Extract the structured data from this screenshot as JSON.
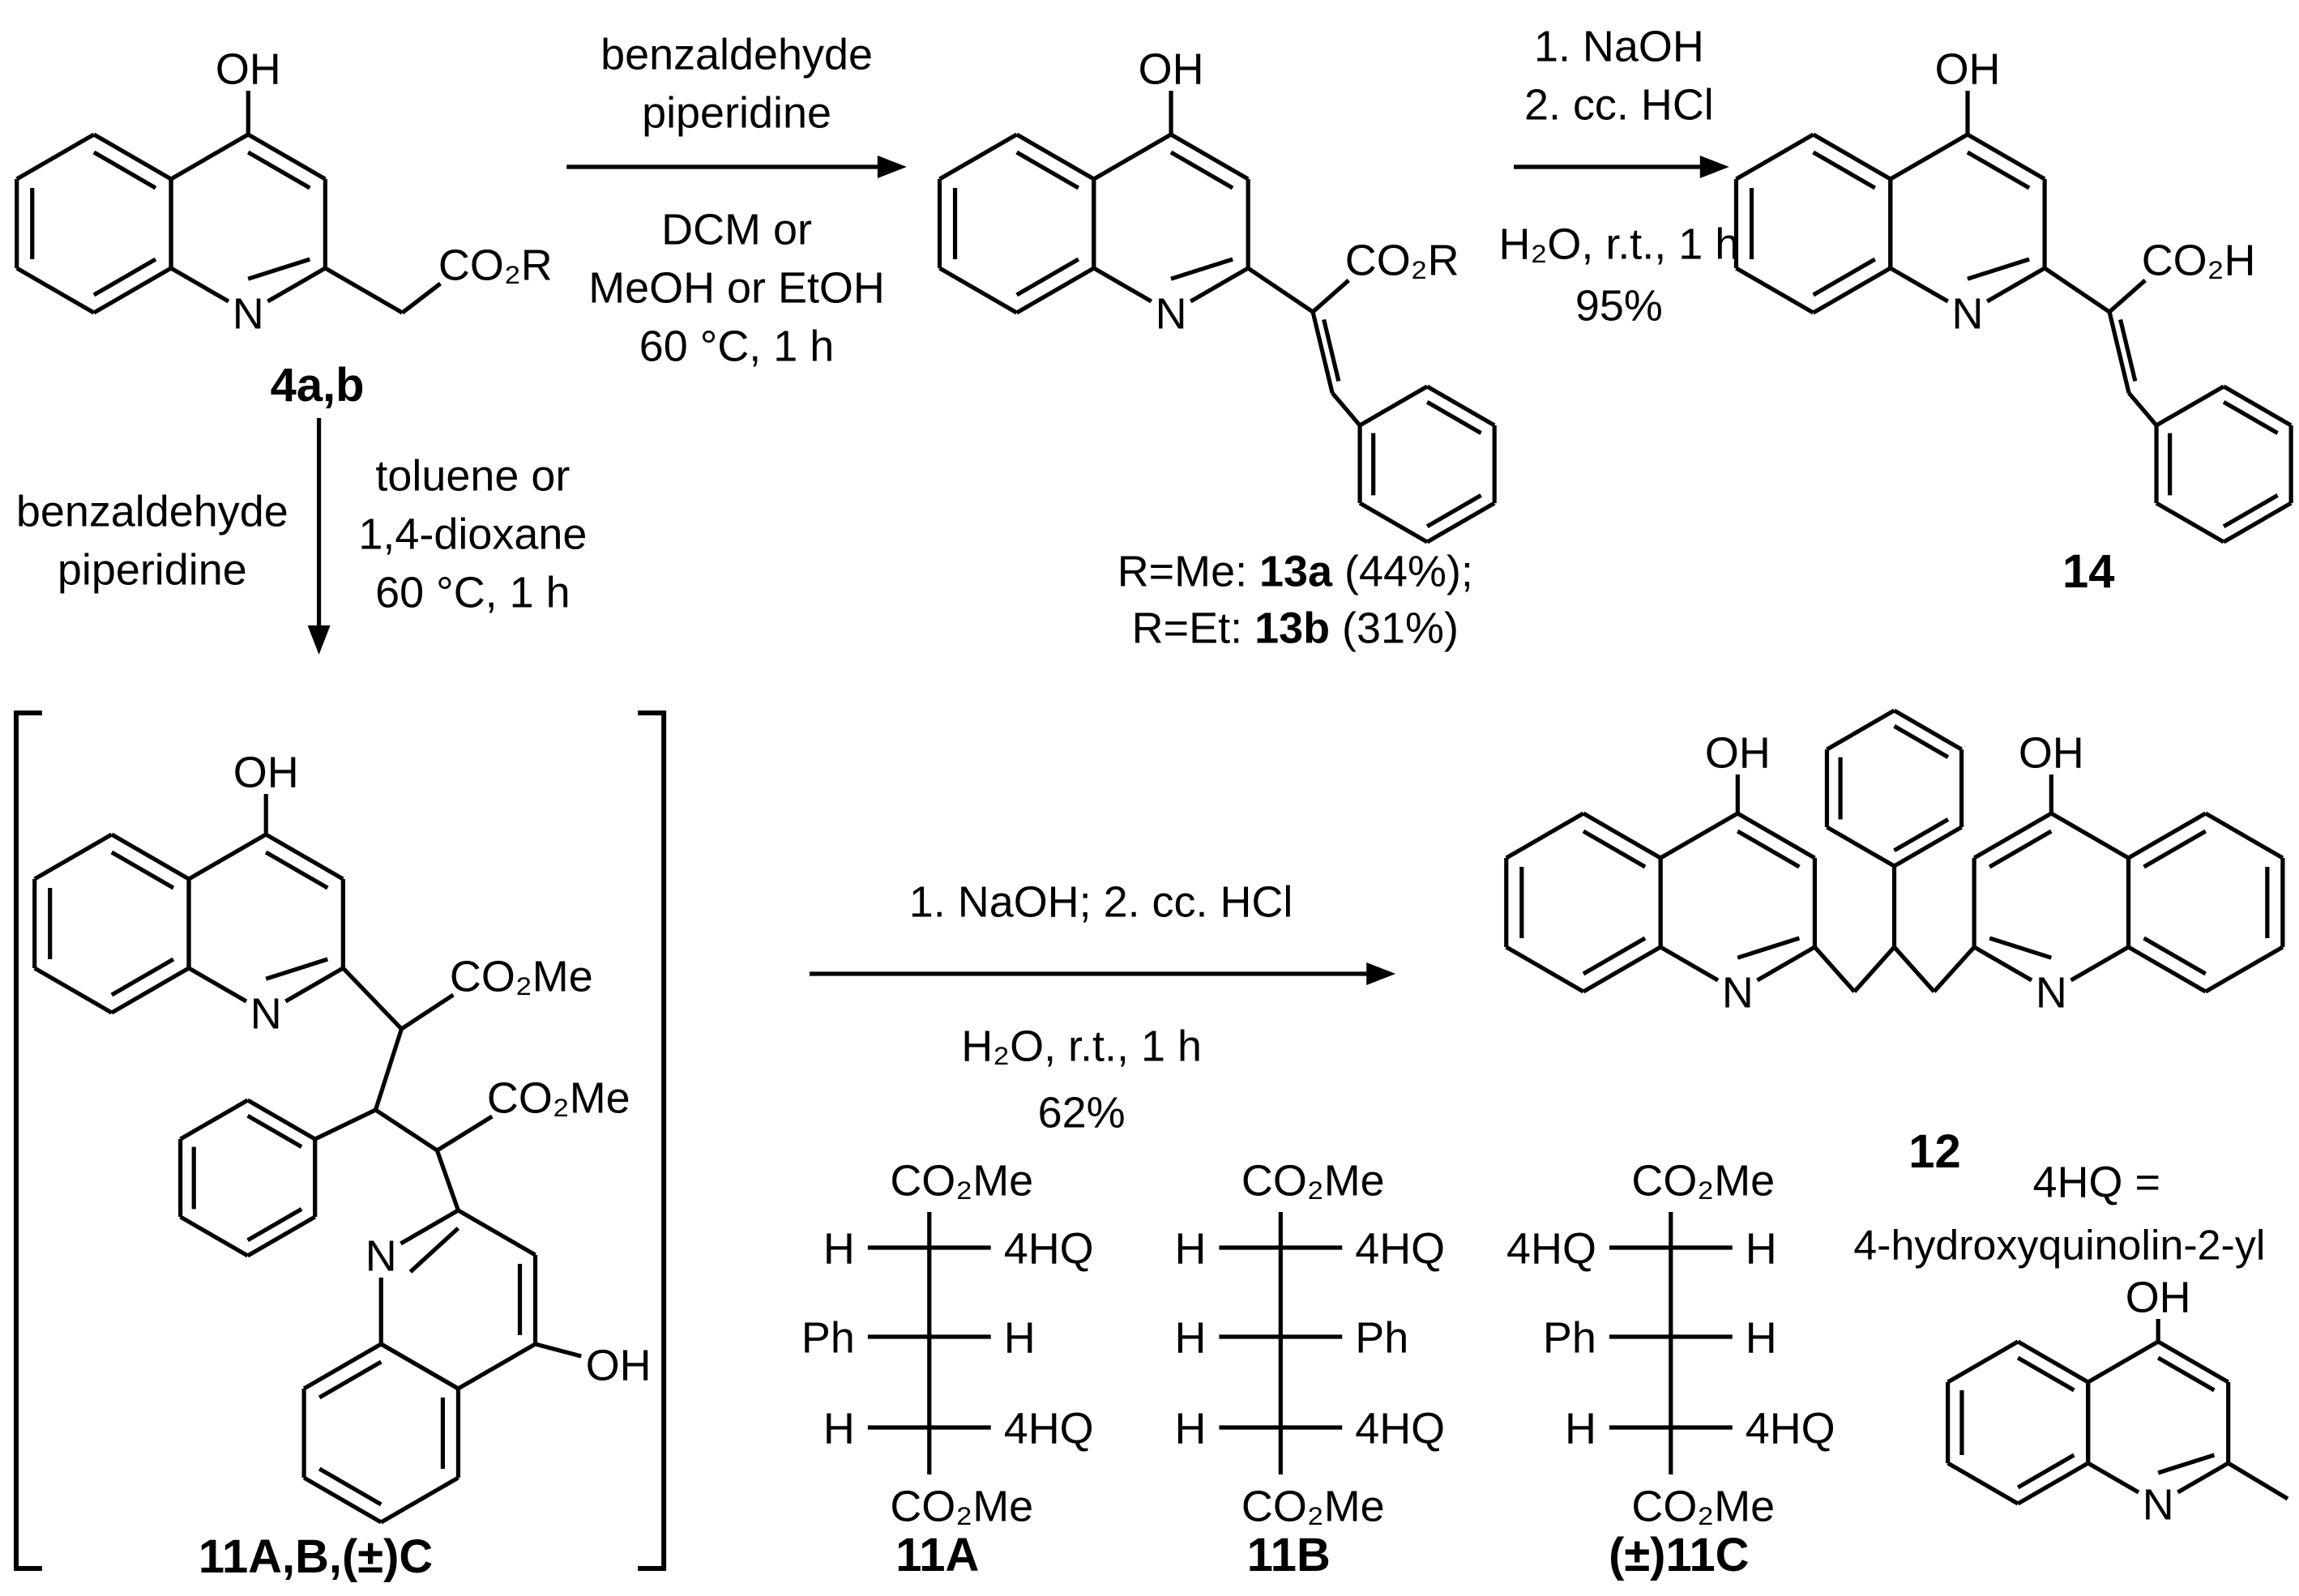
{
  "colors": {
    "ink": "#000000",
    "background": "#ffffff"
  },
  "atom_labels": {
    "oh": "OH",
    "n": "N",
    "co2r": "CO₂R",
    "co2h": "CO₂H",
    "co2me": "CO₂Me"
  },
  "arrow1": {
    "above": [
      "benzaldehyde",
      "piperidine"
    ],
    "below": [
      "DCM or",
      "MeOH or EtOH",
      "60 °C, 1 h"
    ]
  },
  "arrow2": {
    "above": [
      "1. NaOH",
      "2. cc. HCl"
    ],
    "below": [
      "H₂O, r.t., 1 h",
      "95%"
    ]
  },
  "arrow3": {
    "left": [
      "benzaldehyde",
      "piperidine"
    ],
    "right": [
      "toluene or",
      "1,4-dioxane",
      "60 °C, 1 h"
    ]
  },
  "arrow4": {
    "above": [
      "1. NaOH; 2. cc. HCl"
    ],
    "below": [
      "H₂O, r.t., 1 h",
      "62%"
    ]
  },
  "compound4": {
    "label": "4a,b"
  },
  "compound13": {
    "line1": [
      "R=Me: ",
      "13a",
      " (44%);"
    ],
    "line2": [
      "R=Et: ",
      "13b",
      " (31%)"
    ]
  },
  "compound14": {
    "label": "14"
  },
  "compound12": {
    "label": "12"
  },
  "compound11": {
    "label": "11A,B,(±)C"
  },
  "fischer": {
    "a": {
      "top": "CO₂Me",
      "bottom": "CO₂Me",
      "rows": [
        [
          "H",
          "4HQ"
        ],
        [
          "Ph",
          "H"
        ],
        [
          "H",
          "4HQ"
        ]
      ],
      "label": "11A"
    },
    "b": {
      "top": "CO₂Me",
      "bottom": "CO₂Me",
      "rows": [
        [
          "H",
          "4HQ"
        ],
        [
          "H",
          "Ph"
        ],
        [
          "H",
          "4HQ"
        ]
      ],
      "label": "11B"
    },
    "c": {
      "top": "CO₂Me",
      "bottom": "CO₂Me",
      "rows": [
        [
          "4HQ",
          "H"
        ],
        [
          "Ph",
          "H"
        ],
        [
          "H",
          "4HQ"
        ]
      ],
      "label": "(±)11C"
    }
  },
  "legend": {
    "line1": "4HQ =",
    "line2": "4-hydroxyquinolin-2-yl"
  }
}
